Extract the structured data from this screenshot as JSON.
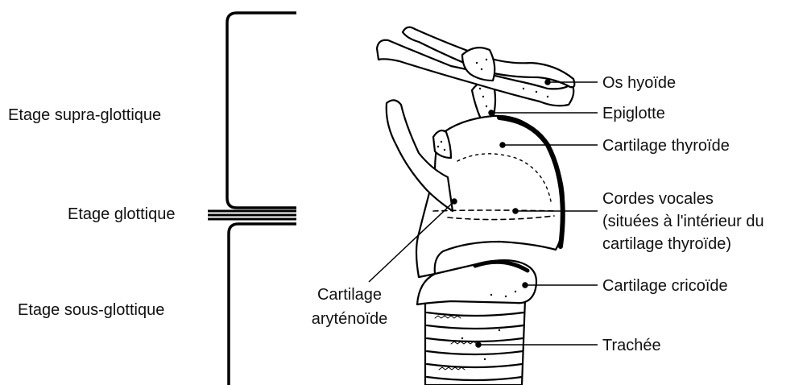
{
  "levels": {
    "supra": "Etage supra-glottique",
    "glottic": "Etage glottique",
    "sub": "Etage sous-glottique"
  },
  "structures": {
    "hyoid": "Os hyoïde",
    "epiglottis": "Epiglotte",
    "thyroid": "Cartilage thyroïde",
    "vocal_cords_line1": "Cordes vocales",
    "vocal_cords_line2": "(situées à l'intérieur du",
    "vocal_cords_line3": "cartilage thyroïde)",
    "cricoid": "Cartilage cricoïde",
    "trachea": "Trachée",
    "arytenoid_line1": "Cartilage",
    "arytenoid_line2": "aryténoïde"
  }
}
